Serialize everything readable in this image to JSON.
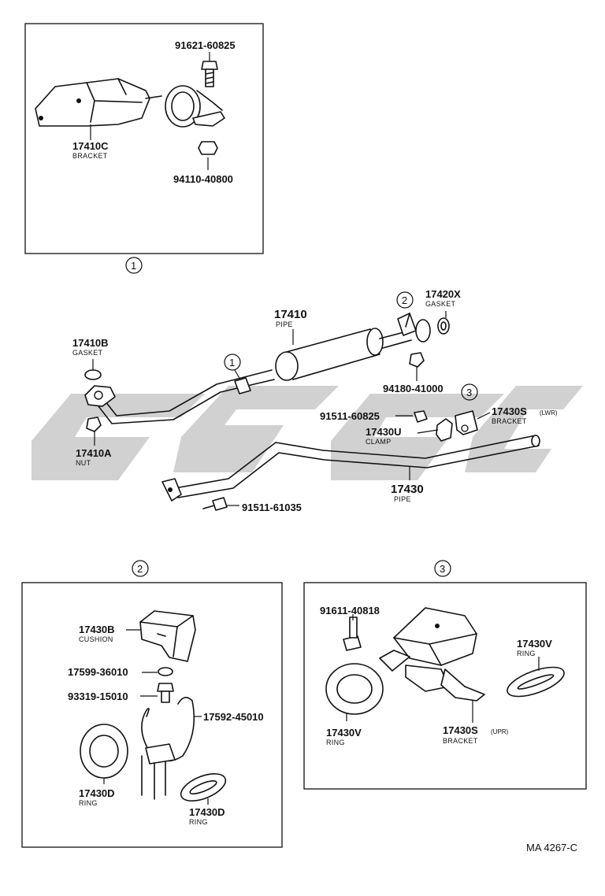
{
  "diagram_code": "MA 4267-C",
  "callouts": [
    "1",
    "2",
    "3"
  ],
  "parts": {
    "bolt_91621_60825": "91621-60825",
    "bracket_17410C": {
      "number": "17410C",
      "name": "BRACKET"
    },
    "nut_94110_40800": "94110-40800",
    "pipe_17410": {
      "number": "17410",
      "name": "PIPE"
    },
    "gasket_17420X": {
      "number": "17420X",
      "name": "GASKET"
    },
    "gasket_17410B": {
      "number": "17410B",
      "name": "GASKET"
    },
    "nut_94180_41000": "94180-41000",
    "bolt_91511_60825": "91511-60825",
    "bracket_17430S_lwr": {
      "number": "17430S",
      "suffix": "(LWR)",
      "name": "BRACKET"
    },
    "clamp_17430U": {
      "number": "17430U",
      "name": "CLAMP"
    },
    "nut_17410A": {
      "number": "17410A",
      "name": "NUT"
    },
    "pipe_17430": {
      "number": "17430",
      "name": "PIPE"
    },
    "bolt_91511_61035": "91511-61035",
    "cushion_17430B": {
      "number": "17430B",
      "name": "CUSHION"
    },
    "washer_17599_36010": "17599-36010",
    "bolt_93319_15010": "93319-15010",
    "hook_17592_45010": "17592-45010",
    "ring_17430D_left": {
      "number": "17430D",
      "name": "RING"
    },
    "ring_17430D_right": {
      "number": "17430D",
      "name": "RING"
    },
    "bolt_91611_40818": "91611-40818",
    "ring_17430V_left": {
      "number": "17430V",
      "name": "RING"
    },
    "ring_17430V_right": {
      "number": "17430V",
      "name": "RING"
    },
    "bracket_17430S_upr": {
      "number": "17430S",
      "suffix": "(UPR)",
      "name": "BRACKET"
    }
  }
}
